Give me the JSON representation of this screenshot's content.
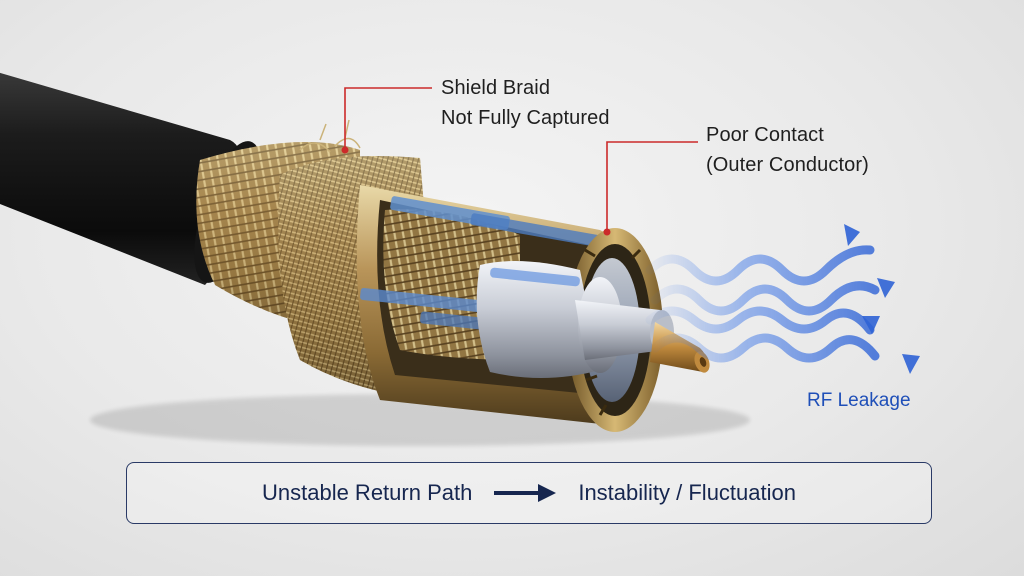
{
  "callouts": {
    "shield_braid": {
      "lines": [
        "Shield Braid",
        "Not Fully Captured"
      ]
    },
    "poor_contact": {
      "lines": [
        "Poor Contact",
        "(Outer Conductor)"
      ]
    },
    "rf_leakage": {
      "label": "RF Leakage"
    }
  },
  "summary": {
    "cause": "Unstable Return Path",
    "effect": "Instability / Fluctuation"
  },
  "colors": {
    "callout_line": "#cc2a2a",
    "leak_wave": "#3f78e8",
    "summary_text": "#16264f",
    "summary_border": "#2a3a66"
  },
  "icons": {
    "summary_arrow": "right-arrow-icon"
  }
}
